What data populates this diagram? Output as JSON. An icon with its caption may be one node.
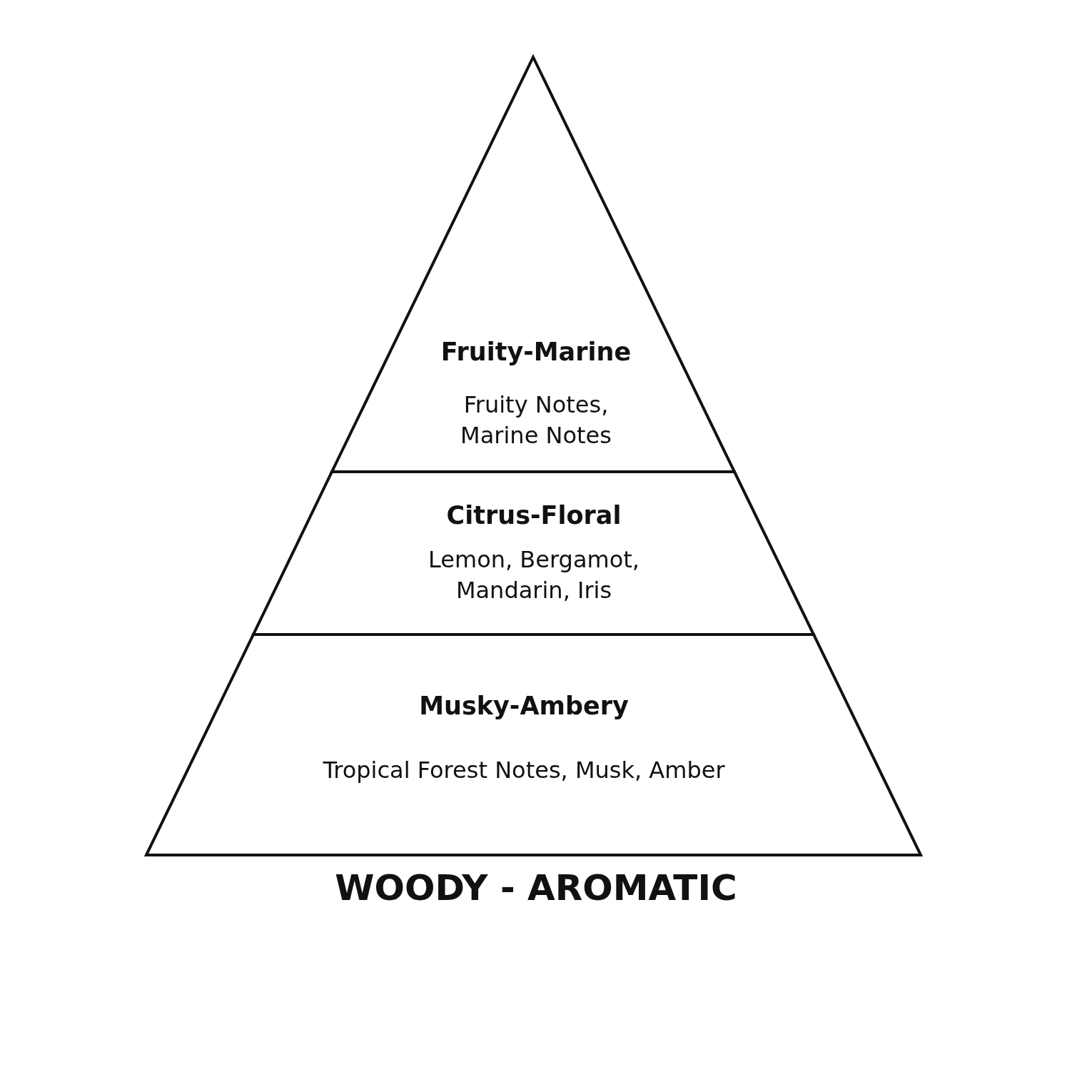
{
  "diagram": {
    "caption": "WOODY - AROMATIC",
    "nodes": [
      {
        "text": [
          "Fruity-Marine",
          "Fruity Notes, Marine Notes"
        ]
      },
      {
        "text": [
          "Citrus-Floral",
          "Lemon, Bergamot, Mandarin, Iris"
        ]
      },
      {
        "text": [
          "Musky-Ambery",
          "Tropical Forest Notes, Musk, Amber"
        ]
      }
    ],
    "edges": []
  }
}
